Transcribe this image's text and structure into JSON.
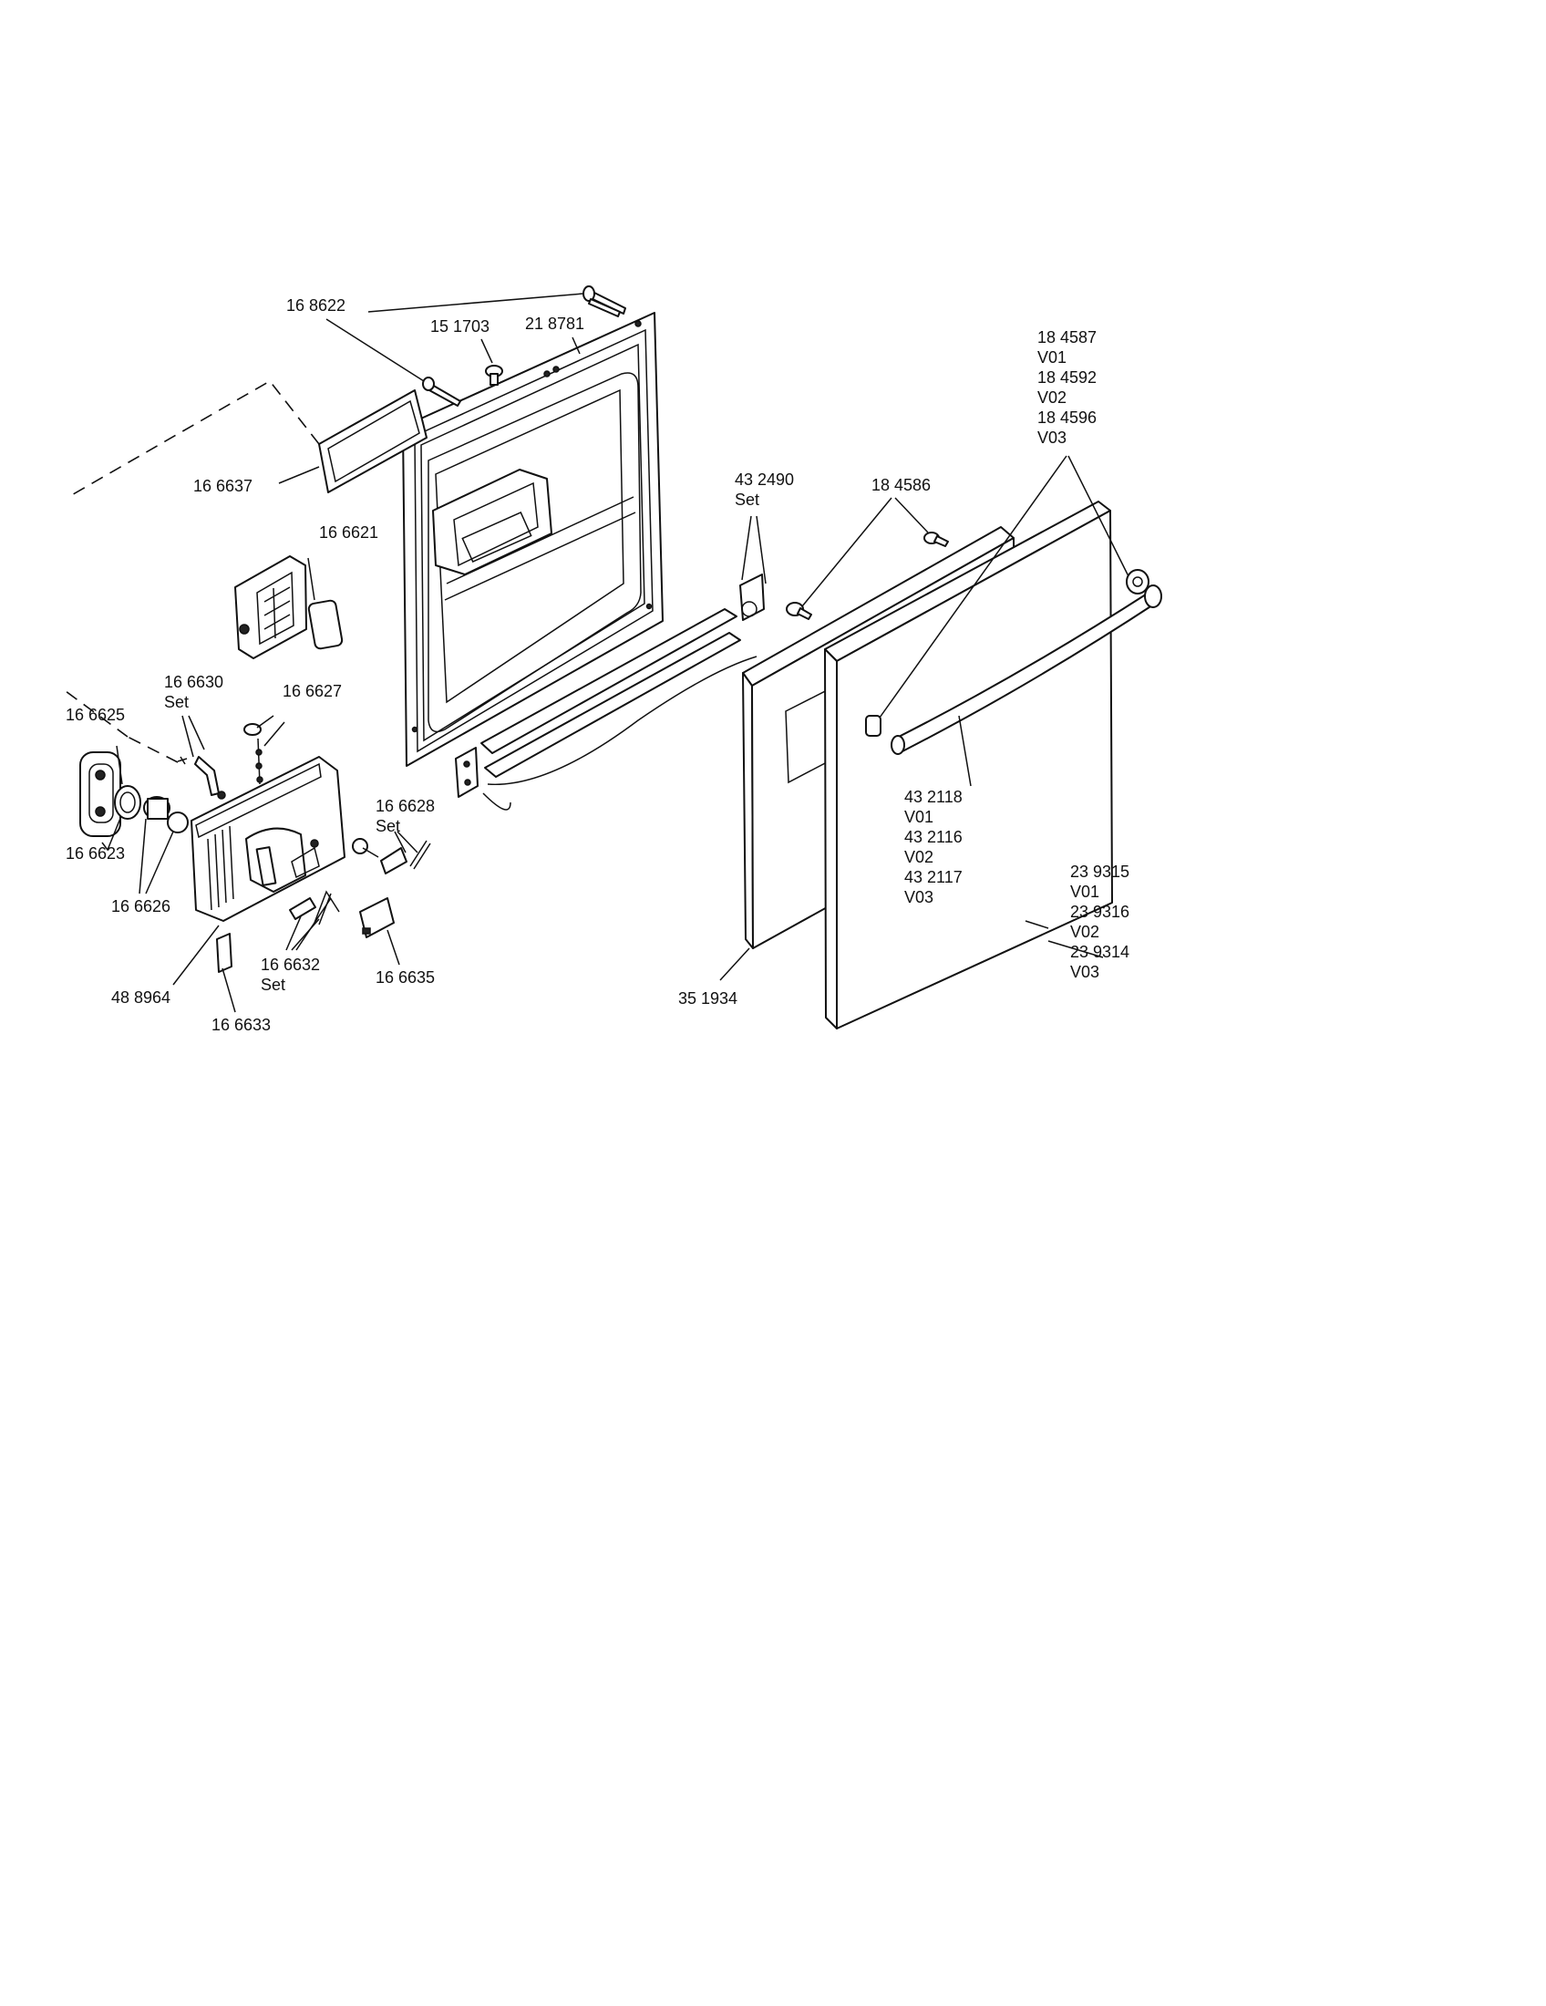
{
  "parts": [
    {
      "id": "p168622",
      "lines": [
        "16 8622"
      ]
    },
    {
      "id": "p151703",
      "lines": [
        "15 1703"
      ]
    },
    {
      "id": "p218781",
      "lines": [
        "21 8781"
      ]
    },
    {
      "id": "p166637",
      "lines": [
        "16 6637"
      ]
    },
    {
      "id": "p166621",
      "lines": [
        "16 6621"
      ]
    },
    {
      "id": "p166630",
      "lines": [
        "16 6630",
        "Set"
      ]
    },
    {
      "id": "p166627",
      "lines": [
        "16 6627"
      ]
    },
    {
      "id": "p166625",
      "lines": [
        "16 6625"
      ]
    },
    {
      "id": "p166623",
      "lines": [
        "16 6623"
      ]
    },
    {
      "id": "p166626",
      "lines": [
        "16 6626"
      ]
    },
    {
      "id": "p166628",
      "lines": [
        "16 6628",
        "Set"
      ]
    },
    {
      "id": "p488964",
      "lines": [
        "48 8964"
      ]
    },
    {
      "id": "p166632",
      "lines": [
        "16 6632",
        "Set"
      ]
    },
    {
      "id": "p166635",
      "lines": [
        "16 6635"
      ]
    },
    {
      "id": "p166633",
      "lines": [
        "16 6633"
      ]
    },
    {
      "id": "p432490",
      "lines": [
        "43 2490",
        "Set"
      ]
    },
    {
      "id": "p184586",
      "lines": [
        "18 4586"
      ]
    },
    {
      "id": "p184587",
      "lines": [
        "18 4587",
        "V01",
        "18 4592",
        "V02",
        "18 4596",
        "V03"
      ]
    },
    {
      "id": "p432118",
      "lines": [
        "43 2118",
        "V01",
        "43 2116",
        "V02",
        "43 2117",
        "V03"
      ]
    },
    {
      "id": "p239315",
      "lines": [
        "23 9315",
        "V01",
        "23 9316",
        "V02",
        "23 9314",
        "V03"
      ]
    },
    {
      "id": "p351934",
      "lines": [
        "35 1934"
      ]
    }
  ]
}
